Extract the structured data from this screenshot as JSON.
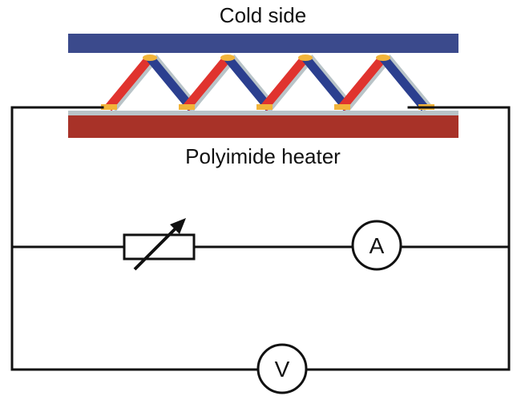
{
  "labels": {
    "cold_side": "Cold side",
    "heater": "Polyimide heater"
  },
  "meters": {
    "ammeter": "A",
    "voltmeter": "V"
  },
  "colors": {
    "cold_plate": "#3b4a8c",
    "heater_plate": "#a83228",
    "p_leg": "#e0332e",
    "n_leg": "#2b3f8f",
    "contact_pad": "#f2b43a",
    "substrate": "#b9c4c8",
    "wire": "#111111"
  },
  "components": {
    "thermoelectric_pairs": 4,
    "resistor": "variable-resistor",
    "ammeter_icon": "ammeter-icon",
    "voltmeter_icon": "voltmeter-icon"
  }
}
